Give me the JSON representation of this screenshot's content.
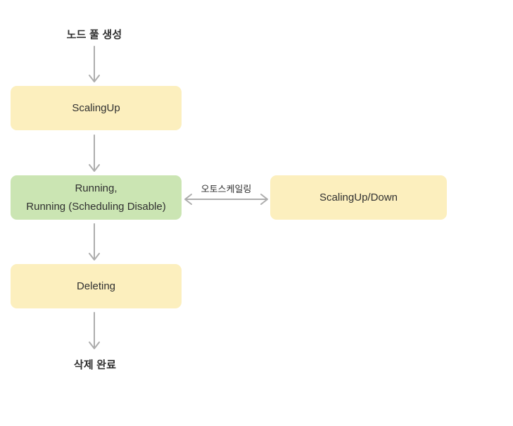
{
  "diagram": {
    "start_label": "노드 풀 생성",
    "end_label": "삭제 완료",
    "nodes": {
      "scaling_up": {
        "label": "ScalingUp"
      },
      "running": {
        "line1": "Running,",
        "line2": "Running (Scheduling Disable)"
      },
      "scaling_up_down": {
        "label": "ScalingUp/Down"
      },
      "deleting": {
        "label": "Deleting"
      }
    },
    "edges": {
      "autoscaling_label": "오토스케일링"
    }
  },
  "colors": {
    "background": "#FFFFFF",
    "node_yellow": "#FCEFBE",
    "node_green": "#CBE5B3",
    "arrow": "#ADADAD",
    "text": "#303030"
  }
}
